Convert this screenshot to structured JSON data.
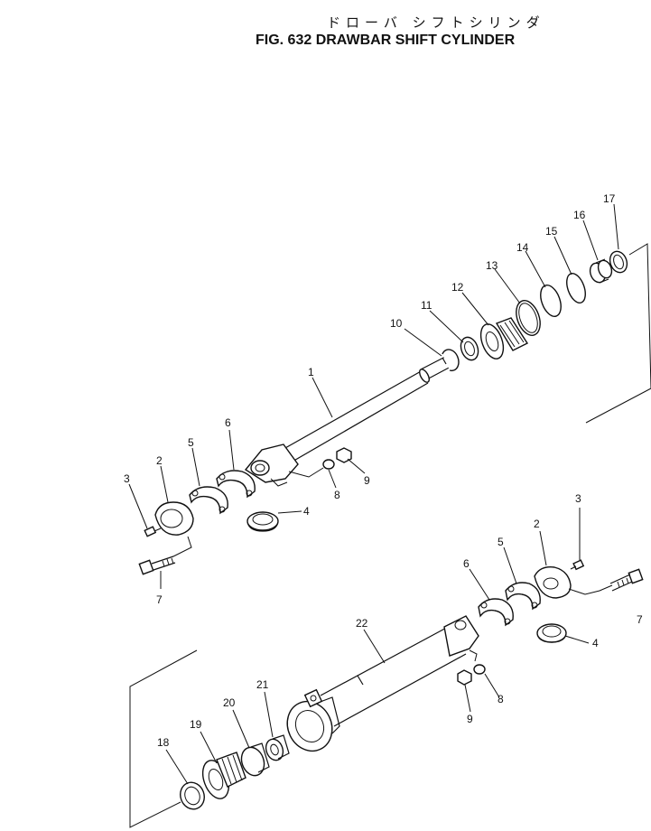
{
  "title": {
    "japanese": "ドローバ シフトシリンダ",
    "english": "FIG. 632  DRAWBAR SHIFT CYLINDER"
  },
  "callouts": [
    {
      "id": "c1",
      "label": "1"
    },
    {
      "id": "c2a",
      "label": "2"
    },
    {
      "id": "c3a",
      "label": "3"
    },
    {
      "id": "c4a",
      "label": "4"
    },
    {
      "id": "c5a",
      "label": "5"
    },
    {
      "id": "c6a",
      "label": "6"
    },
    {
      "id": "c7a",
      "label": "7"
    },
    {
      "id": "c8a",
      "label": "8"
    },
    {
      "id": "c9a",
      "label": "9"
    },
    {
      "id": "c10",
      "label": "10"
    },
    {
      "id": "c11",
      "label": "11"
    },
    {
      "id": "c12",
      "label": "12"
    },
    {
      "id": "c13",
      "label": "13"
    },
    {
      "id": "c14",
      "label": "14"
    },
    {
      "id": "c15",
      "label": "15"
    },
    {
      "id": "c16",
      "label": "16"
    },
    {
      "id": "c17",
      "label": "17"
    },
    {
      "id": "c3b",
      "label": "3"
    },
    {
      "id": "c2b",
      "label": "2"
    },
    {
      "id": "c5b",
      "label": "5"
    },
    {
      "id": "c6b",
      "label": "6"
    },
    {
      "id": "c7b",
      "label": "7"
    },
    {
      "id": "c4b",
      "label": "4"
    },
    {
      "id": "c22",
      "label": "22"
    },
    {
      "id": "c8b",
      "label": "8"
    },
    {
      "id": "c9b",
      "label": "9"
    },
    {
      "id": "c21",
      "label": "21"
    },
    {
      "id": "c20",
      "label": "20"
    },
    {
      "id": "c19",
      "label": "19"
    },
    {
      "id": "c18",
      "label": "18"
    }
  ]
}
